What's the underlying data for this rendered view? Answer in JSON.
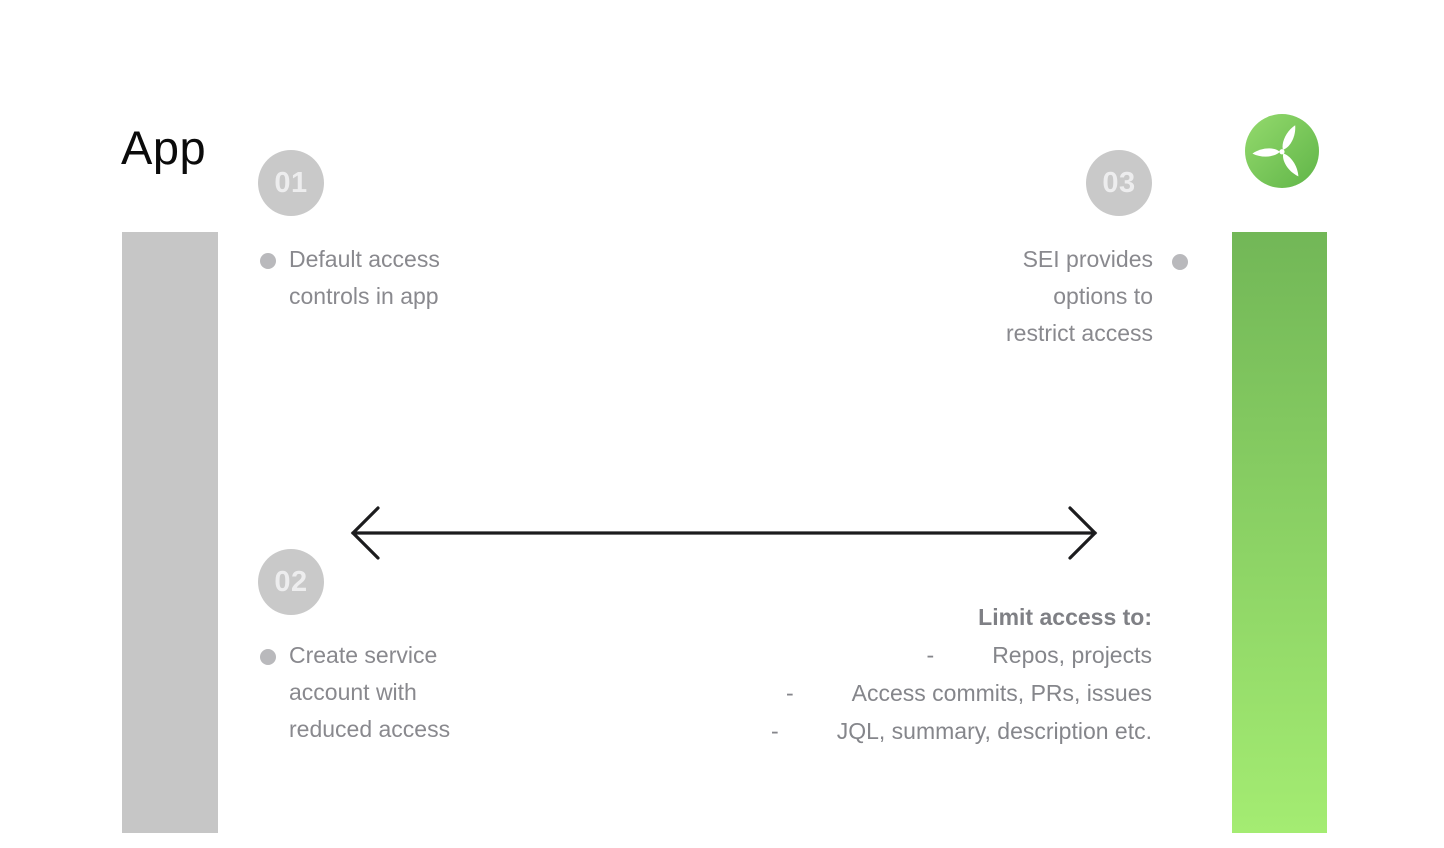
{
  "title": "App",
  "logo": {
    "icon": "propeller-icon"
  },
  "bars": {
    "left_color": "#c6c6c6",
    "right_gradient_top": "#72b757",
    "right_gradient_bottom": "#a4ec72"
  },
  "steps": [
    {
      "number": "01",
      "lines": [
        "Default access",
        "controls in app"
      ]
    },
    {
      "number": "02",
      "lines": [
        "Create service",
        "account with",
        "reduced access"
      ]
    },
    {
      "number": "03",
      "lines": [
        "SEI provides",
        "options to",
        "restrict access"
      ]
    }
  ],
  "limit": {
    "heading": "Limit access to:",
    "dash": "-",
    "items": [
      "Repos, projects",
      "Access commits, PRs, issues",
      "JQL, summary, description etc."
    ]
  },
  "colors": {
    "step_text": "#89898e",
    "number_circle": "#c9c9c9",
    "number_text": "#ededee",
    "bullet": "#b9b9bc",
    "arrow": "#1c1c1e",
    "logo_green_light": "#94da6d",
    "logo_green_dark": "#60b548",
    "title_text": "#0b0b0b"
  }
}
